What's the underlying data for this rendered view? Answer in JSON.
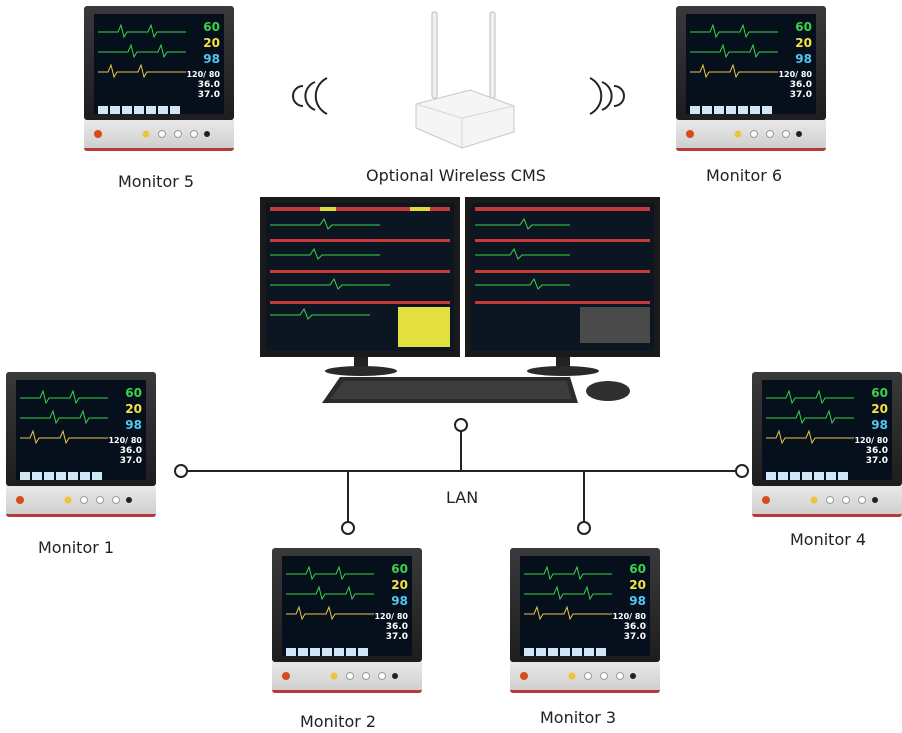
{
  "labels": {
    "monitor1": "Monitor 1",
    "monitor2": "Monitor 2",
    "monitor3": "Monitor 3",
    "monitor4": "Monitor 4",
    "monitor5": "Monitor 5",
    "monitor6": "Monitor 6",
    "wireless_cms": "Optional Wireless CMS",
    "lan": "LAN"
  },
  "monitor_readings": {
    "hr": "60",
    "rr": "20",
    "spo2": "98",
    "nibp": "120/ 80",
    "temp1": "36.0",
    "temp2": "37.0"
  },
  "colors": {
    "hr": "#3cd24a",
    "rr": "#f5e342",
    "spo2": "#52c8f0",
    "nibp": "#ffffff",
    "temp": "#ffffff",
    "panel_accent": "#b73a3a",
    "line": "#222222"
  },
  "icons": [
    "router-icon",
    "wifi-signal-left-icon",
    "wifi-signal-right-icon",
    "dual-monitor-workstation-icon",
    "keyboard-icon",
    "mouse-icon"
  ]
}
